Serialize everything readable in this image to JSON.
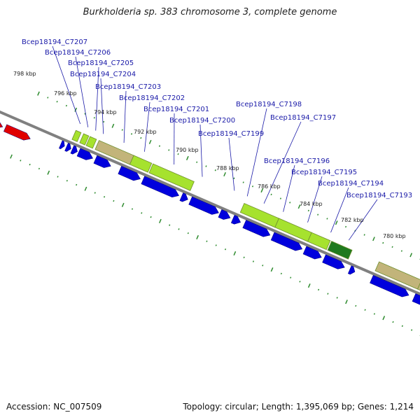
{
  "title": "Burkholderia sp. 383 chromosome 3, complete genome",
  "footer": {
    "accession": "Accession: NC_007509",
    "summary": "Topology: circular; Length: 1,395,069 bp; Genes: 1,214"
  },
  "colors": {
    "backbone": "#808080",
    "tick": "#2e8b2e",
    "gene_label": "#1a1aa8",
    "cds": "#0000dd",
    "hit_lime": "#a6e22e",
    "hit_tan": "#c2b47a",
    "hit_dark": "#1f7a1f",
    "red": "#e00000"
  },
  "kbp_labels": [
    "798 kbp",
    "796 kbp",
    "794 kbp",
    "792 kbp",
    "790 kbp",
    "788 kbp",
    "786 kbp",
    "784 kbp",
    "782 kbp",
    "780 kbp"
  ],
  "gene_labels": [
    "Bcep18194_C7207",
    "Bcep18194_C7206",
    "Bcep18194_C7205",
    "Bcep18194_C7204",
    "Bcep18194_C7203",
    "Bcep18194_C7202",
    "Bcep18194_C7201",
    "Bcep18194_C7200",
    "Bcep18194_C7199",
    "Bcep18194_C7198",
    "Bcep18194_C7197",
    "Bcep18194_C7196",
    "Bcep18194_C7195",
    "Bcep18194_C7194",
    "Bcep18194_C7193"
  ]
}
